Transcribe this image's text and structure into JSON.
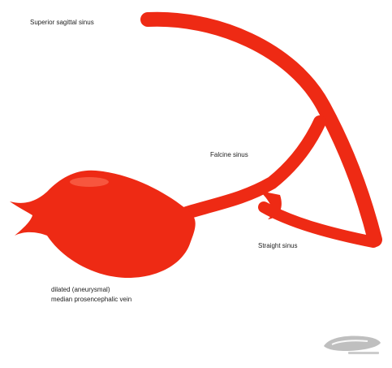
{
  "labels": {
    "superior_sagittal_sinus": "Superior sagittal sinus",
    "falcine_sinus": "Falcine sinus",
    "straight_sinus": "Straight sinus",
    "vein_line1": "dilated (aneurysmal)",
    "vein_line2": "median prosencephalic vein"
  },
  "colors": {
    "vessel": "#ee2a14",
    "background": "#ffffff",
    "text": "#222222"
  },
  "watermark": {
    "logo": "radiopaedia-logo"
  }
}
